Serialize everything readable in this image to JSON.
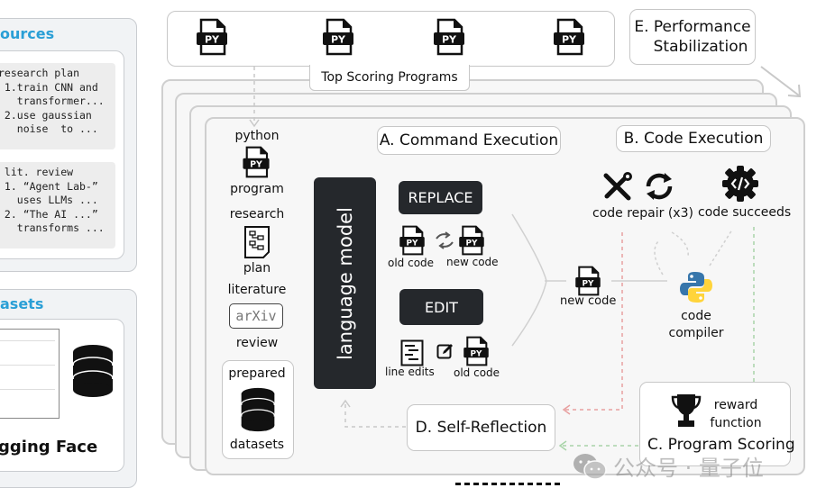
{
  "left_panel": {
    "sources": {
      "heading": "ources",
      "research_plan": "research plan\n 1.train CNN and\n   transformer...\n 2.use gaussian\n   noise  to ...",
      "lit_review": " lit. review\n 1. “Agent Lab-”\n   uses LLMs ...\n 2. “The AI ...”\n   transforms ..."
    },
    "datasets": {
      "heading": "asets",
      "brand": "gging Face"
    }
  },
  "top_programs": {
    "label": "Top Scoring Programs",
    "file_badge": "PY",
    "count": 4
  },
  "stage_e": {
    "label_line1": "E. Performance",
    "label_line2": "Stabilization"
  },
  "inputs": {
    "python_label_top": "python",
    "python_label_bottom": "program",
    "plan_label_top": "research",
    "plan_label_bottom": "plan",
    "lit_label_top": "literature",
    "lit_label_bottom": "review",
    "arxiv_text": "arXiv",
    "datasets_label_top": "prepared",
    "datasets_label_bottom": "datasets"
  },
  "language_model": {
    "label": "language model"
  },
  "stage_a": {
    "label": "A. Command Execution",
    "replace_button": "REPLACE",
    "edit_button": "EDIT",
    "old_code": "old code",
    "new_code": "new code",
    "line_edits": "line edits",
    "file_badge": "PY"
  },
  "merge": {
    "new_code": "new code"
  },
  "stage_b": {
    "label": "B. Code Execution",
    "code_repair": "code repair (x3)",
    "code_succeeds": "code succeeds",
    "compiler_line1": "code",
    "compiler_line2": "compiler"
  },
  "stage_c": {
    "label": "C. Program Scoring",
    "reward_line1": "reward",
    "reward_line2": "function"
  },
  "stage_d": {
    "label": "D.  Self-Reflection"
  },
  "watermark": {
    "text": "公众号 · 量子位"
  },
  "colors": {
    "accent_blue": "#2a9fd6",
    "dark_block": "#25282c",
    "failure_path": "#e8a0a0",
    "success_path": "#a8d4a8",
    "python_blue": "#3776ab",
    "python_yellow": "#ffd43b"
  }
}
